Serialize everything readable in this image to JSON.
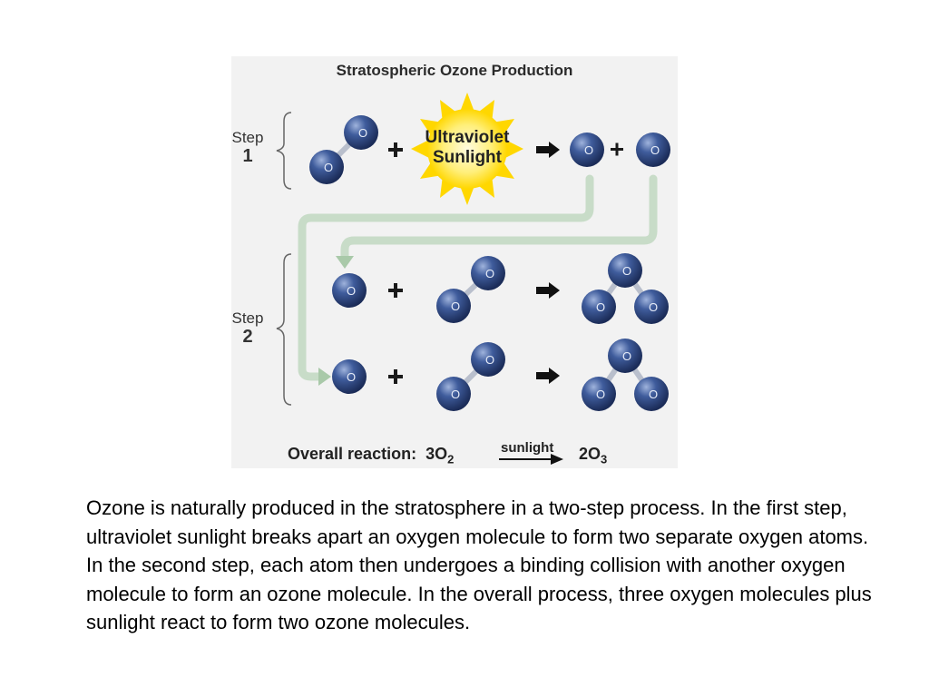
{
  "figure": {
    "title": "Stratospheric Ozone Production",
    "step1_label": "Step",
    "step1_num": "1",
    "step2_label": "Step",
    "step2_num": "2",
    "atom_symbol": "O",
    "plus": "+",
    "uv_line1": "Ultraviolet",
    "uv_line2": "Sunlight",
    "overall_label": "Overall reaction:",
    "reactant_coef": "3O",
    "reactant_sub": "2",
    "condition": "sunlight",
    "product_coef": "2O",
    "product_sub": "3",
    "colors": {
      "atom": "#2f4a86",
      "sun": "#ffd700",
      "arrow_path": "#c8dcc8",
      "background": "#f2f2f2"
    }
  },
  "caption": "Ozone is naturally produced in the stratosphere in a two-step process. In the first step, ultraviolet sunlight breaks apart an oxygen molecule to form two separate oxygen atoms. In the second step, each atom then undergoes a binding collision with another oxygen molecule to form an ozone molecule. In the overall process, three oxygen molecules plus sunlight react to form two ozone molecules."
}
